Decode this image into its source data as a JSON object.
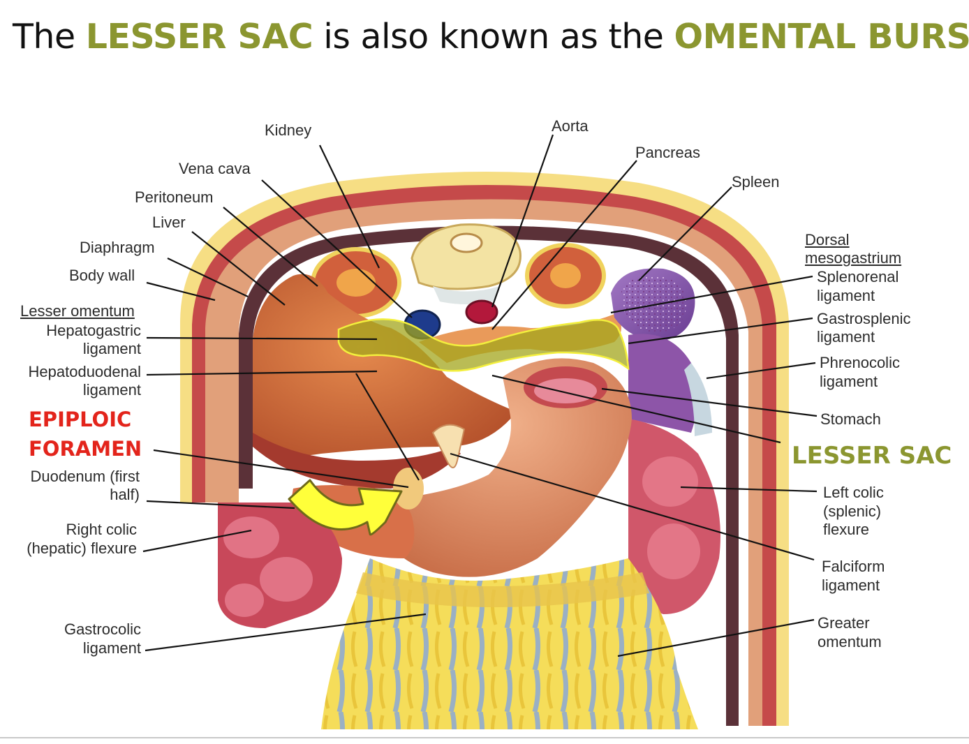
{
  "title": {
    "part1": "The ",
    "term1": "LESSER SAC",
    "part2": " is also known as the ",
    "term2": "OMENTAL BURSA"
  },
  "colors": {
    "highlight": "#8b9630",
    "epiploic_label": "#e3241b",
    "arrow": "#ffff3a",
    "lesser_sac_overlay": "#a3a51c"
  },
  "labels": {
    "kidney": "Kidney",
    "aorta": "Aorta",
    "pancreas": "Pancreas",
    "spleen": "Spleen",
    "vena_cava": "Vena cava",
    "peritoneum": "Peritoneum",
    "liver": "Liver",
    "diaphragm": "Diaphragm",
    "body_wall": "Body wall",
    "lesser_omentum": "Lesser omentum",
    "hepatogastric_1": "Hepatogastric",
    "hepatogastric_2": "ligament",
    "hepatoduodenal_1": "Hepatoduodenal",
    "hepatoduodenal_2": "ligament",
    "epiploic_1": "EPIPLOIC",
    "epiploic_2": "FORAMEN",
    "duodenum_1": "Duodenum (first",
    "duodenum_2": "half)",
    "right_colic_1": "Right colic",
    "right_colic_2": "(hepatic) flexure",
    "gastrocolic_1": "Gastrocolic",
    "gastrocolic_2": "ligament",
    "dorsal_1": "Dorsal",
    "dorsal_2": "mesogastrium",
    "splenorenal_1": "Splenorenal",
    "splenorenal_2": "ligament",
    "gastrosplenic_1": "Gastrosplenic",
    "gastrosplenic_2": "ligament",
    "phrenocolic_1": "Phrenocolic",
    "phrenocolic_2": "ligament",
    "stomach": "Stomach",
    "lesser_sac": "LESSER SAC",
    "left_colic_1": "Left colic",
    "left_colic_2": "(splenic)",
    "left_colic_3": "flexure",
    "falciform_1": "Falciform",
    "falciform_2": "ligament",
    "greater_omentum_1": "Greater",
    "greater_omentum_2": "omentum"
  }
}
